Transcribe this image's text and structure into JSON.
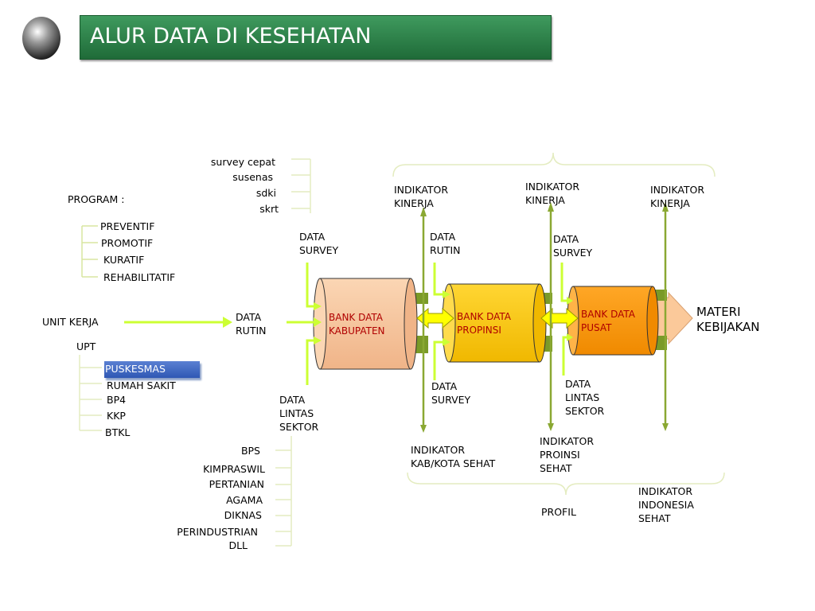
{
  "header": {
    "title": "ALUR DATA DI KESEHATAN"
  },
  "surveys": [
    "survey cepat",
    "susenas",
    "sdki",
    "skrt"
  ],
  "program": {
    "label": "PROGRAM :",
    "items": [
      "PREVENTIF",
      "PROMOTIF",
      "KURATIF",
      "REHABILITATIF"
    ]
  },
  "unit_kerja": {
    "label": "UNIT KERJA",
    "upt": "UPT",
    "items": [
      "PUSKESMAS",
      "RUMAH SAKIT",
      "BP4",
      "KKP",
      "BTKL"
    ]
  },
  "lintas_sektor": [
    "BPS",
    "KIMPRASWIL",
    "PERTANIAN",
    "AGAMA",
    "DIKNAS",
    "PERINDUSTRIAN",
    "DLL"
  ],
  "flow": {
    "data_survey_1": [
      "DATA",
      "SURVEY"
    ],
    "data_rutin_1": [
      "DATA",
      "RUTIN"
    ],
    "data_lintas_1": [
      "DATA",
      "LINTAS",
      "SEKTOR"
    ],
    "data_rutin_2": [
      "DATA",
      "RUTIN"
    ],
    "data_survey_2": [
      "DATA",
      "SURVEY"
    ],
    "data_survey_3": [
      "DATA",
      "SURVEY"
    ],
    "data_lintas_2": [
      "DATA",
      "LINTAS",
      "SEKTOR"
    ]
  },
  "banks": {
    "kabupaten": [
      "BANK DATA",
      "KABUPATEN"
    ],
    "propinsi": [
      "BANK DATA",
      "PROPINSI"
    ],
    "pusat": [
      "BANK DATA",
      "PUSAT"
    ]
  },
  "indikator_kinerja": [
    [
      "INDIKATOR",
      "KINERJA"
    ],
    [
      "INDIKATOR",
      "KINERJA"
    ],
    [
      "INDIKATOR",
      "KINERJA"
    ]
  ],
  "indikator_kab": [
    "INDIKATOR",
    "KAB/KOTA SEHAT"
  ],
  "indikator_prov": [
    "INDIKATOR",
    "PROINSI",
    "SEHAT"
  ],
  "indikator_indo": [
    "INDIKATOR",
    "INDONESIA",
    "SEHAT"
  ],
  "profil": "PROFIL",
  "output": [
    "MATERI",
    "KEBIJAKAN"
  ],
  "colors": {
    "title_bg": "#2e8a4c",
    "bank_kabupaten": "#f8c9a0",
    "bank_propinsi": "#ffcc00",
    "bank_pusat": "#ff9900",
    "arrow_green": "#ccff33",
    "pipe_green": "#6b8e23",
    "bank_text": "#b00000"
  }
}
